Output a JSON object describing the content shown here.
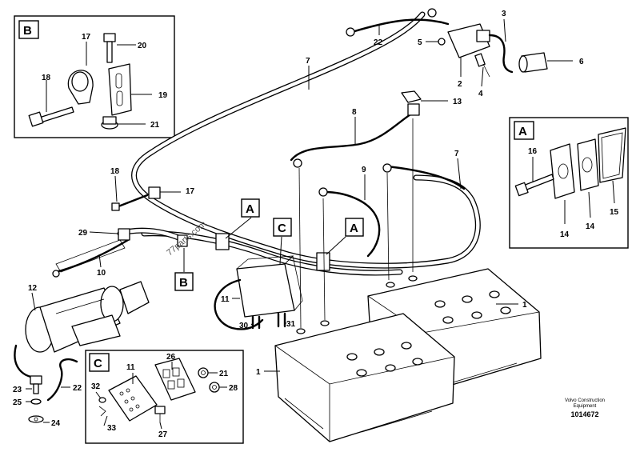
{
  "insets": [
    {
      "id": "inset-b",
      "letter": "B",
      "callouts": [
        "17",
        "20",
        "18",
        "19",
        "21"
      ]
    },
    {
      "id": "inset-a",
      "letter": "A",
      "callouts": [
        "16",
        "14",
        "14",
        "15"
      ]
    },
    {
      "id": "inset-c",
      "letter": "C",
      "callouts": [
        "11",
        "26",
        "21",
        "32",
        "28",
        "33",
        "27"
      ]
    }
  ],
  "main_callouts": [
    "3",
    "22",
    "5",
    "6",
    "2",
    "4",
    "7",
    "13",
    "8",
    "18",
    "17",
    "9",
    "7",
    "29",
    "10",
    "11",
    "30",
    "31",
    "12",
    "1",
    "1",
    "23",
    "25",
    "22",
    "24"
  ],
  "view_markers": [
    "A",
    "C",
    "A",
    "B"
  ],
  "watermark": "77parts.com",
  "footer": {
    "brand_line1": "Volvo Construction",
    "brand_line2": "Equipment",
    "doc_number": "1014672"
  }
}
